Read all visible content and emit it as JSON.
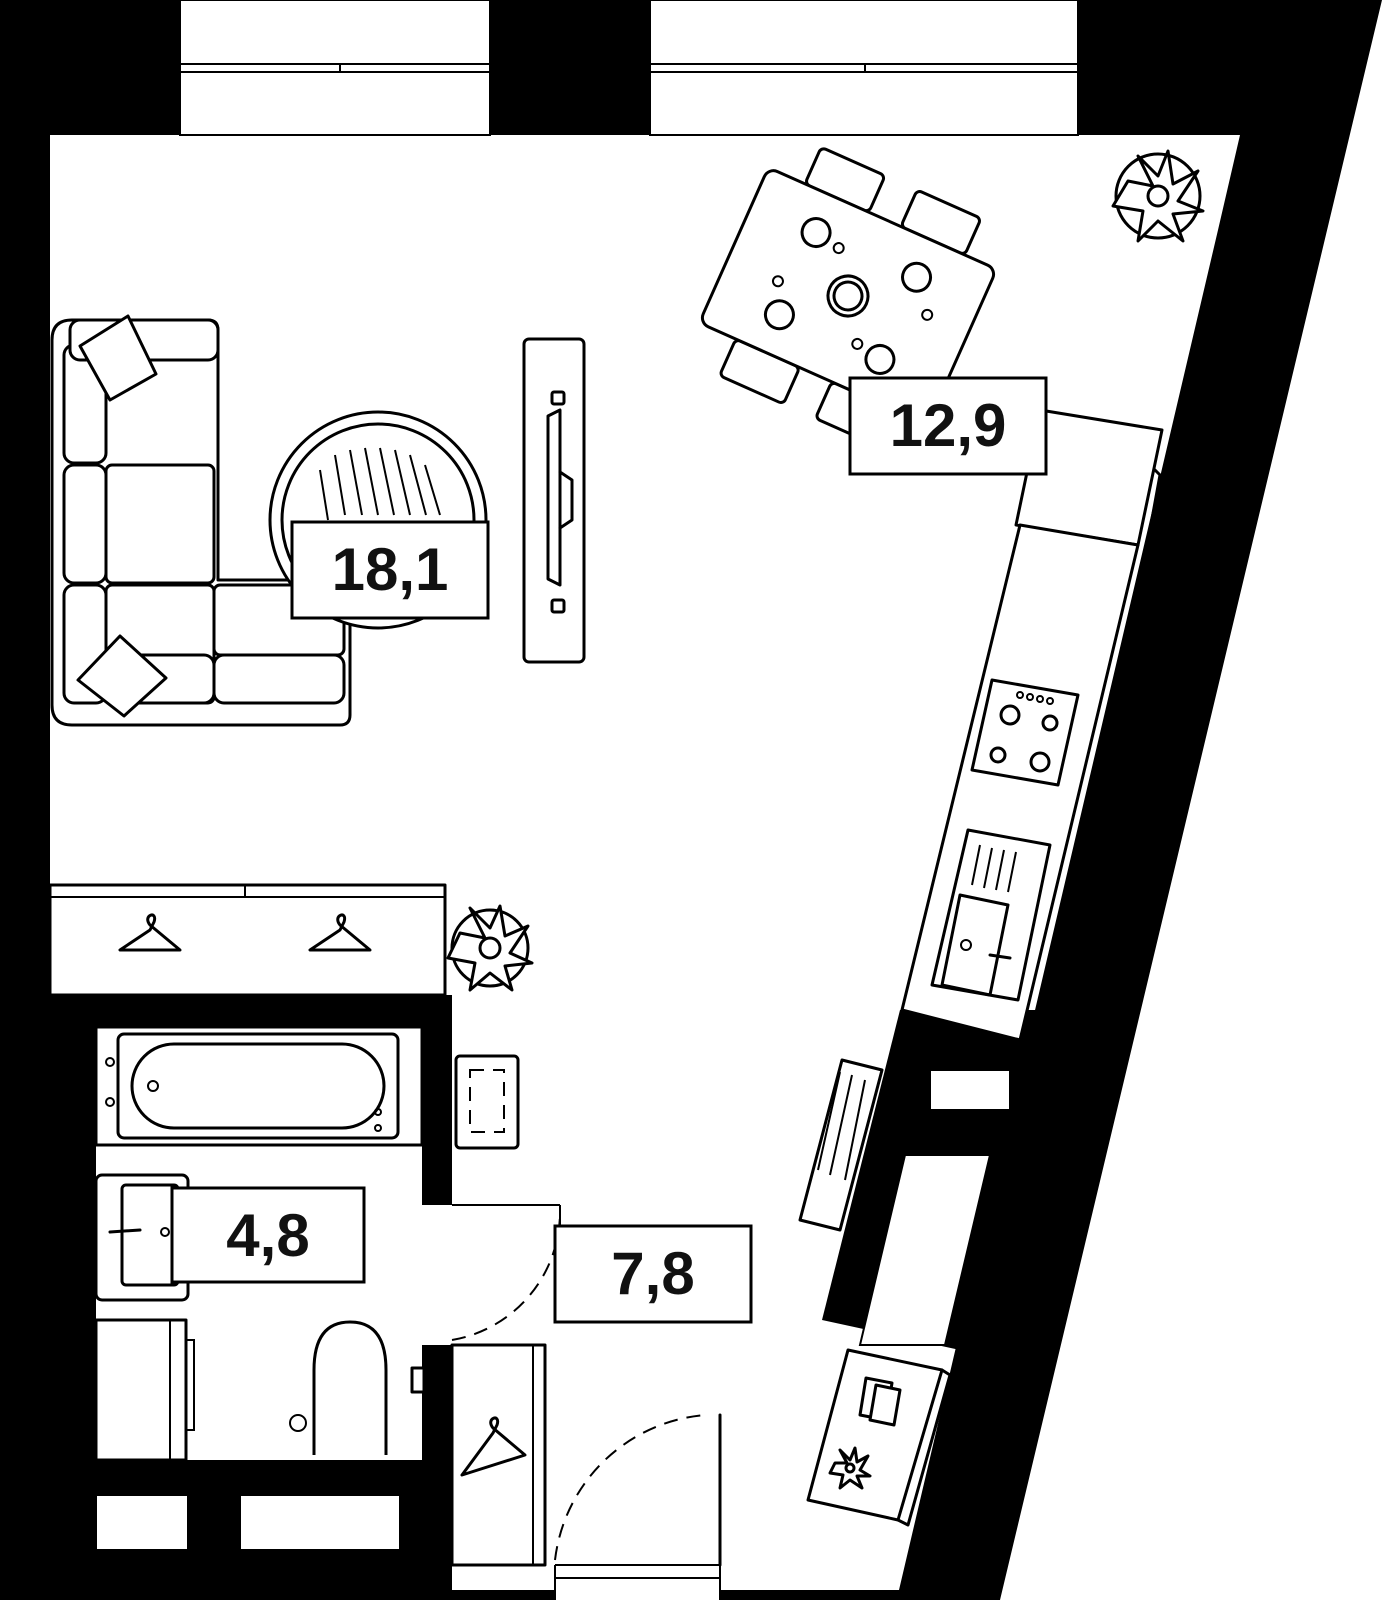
{
  "rooms": [
    {
      "id": "living-room",
      "area": "18,1"
    },
    {
      "id": "kitchen",
      "area": "12,9"
    },
    {
      "id": "bathroom",
      "area": "4,8"
    },
    {
      "id": "hallway",
      "area": "7,8"
    }
  ]
}
